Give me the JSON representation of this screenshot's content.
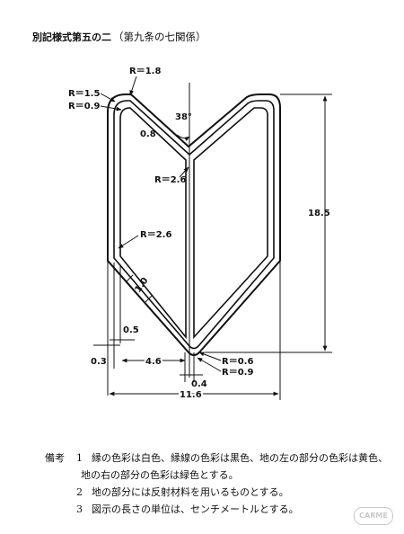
{
  "title": {
    "main": "別記様式第五の二",
    "sub": "（第九条の七関係）"
  },
  "labels": {
    "r_1_8": "R＝1.8",
    "r_1_5": "R＝1.5",
    "r_0_9_top": "R＝0.9",
    "d_0_8": "0.8",
    "angle_38": "38°",
    "r_2_6_center": "R＝2.6",
    "height_18_5": "18.5",
    "r_2_6_left": "R＝2.6",
    "d_1_0": "1.0",
    "d_0_5": "0.5",
    "d_0_3": "0.3",
    "d_4_6": "4.6",
    "r_0_6": "R＝0.6",
    "r_0_9_bottom": "R＝0.9",
    "d_0_4": "0.4",
    "width_11_6": "11.6"
  },
  "notes": {
    "heading": "備考",
    "items": [
      {
        "number": "1",
        "line1": "縁の色彩は白色、縁線の色彩は黒色、地の左の部分の色彩は黄色、",
        "line2": "地の右の部分の色彩は緑色とする。"
      },
      {
        "number": "2",
        "line1": "地の部分には反射材料を用いるものとする。"
      },
      {
        "number": "3",
        "line1": "図示の長さの単位は、センチメートルとする。"
      }
    ]
  },
  "watermark": "CARME"
}
